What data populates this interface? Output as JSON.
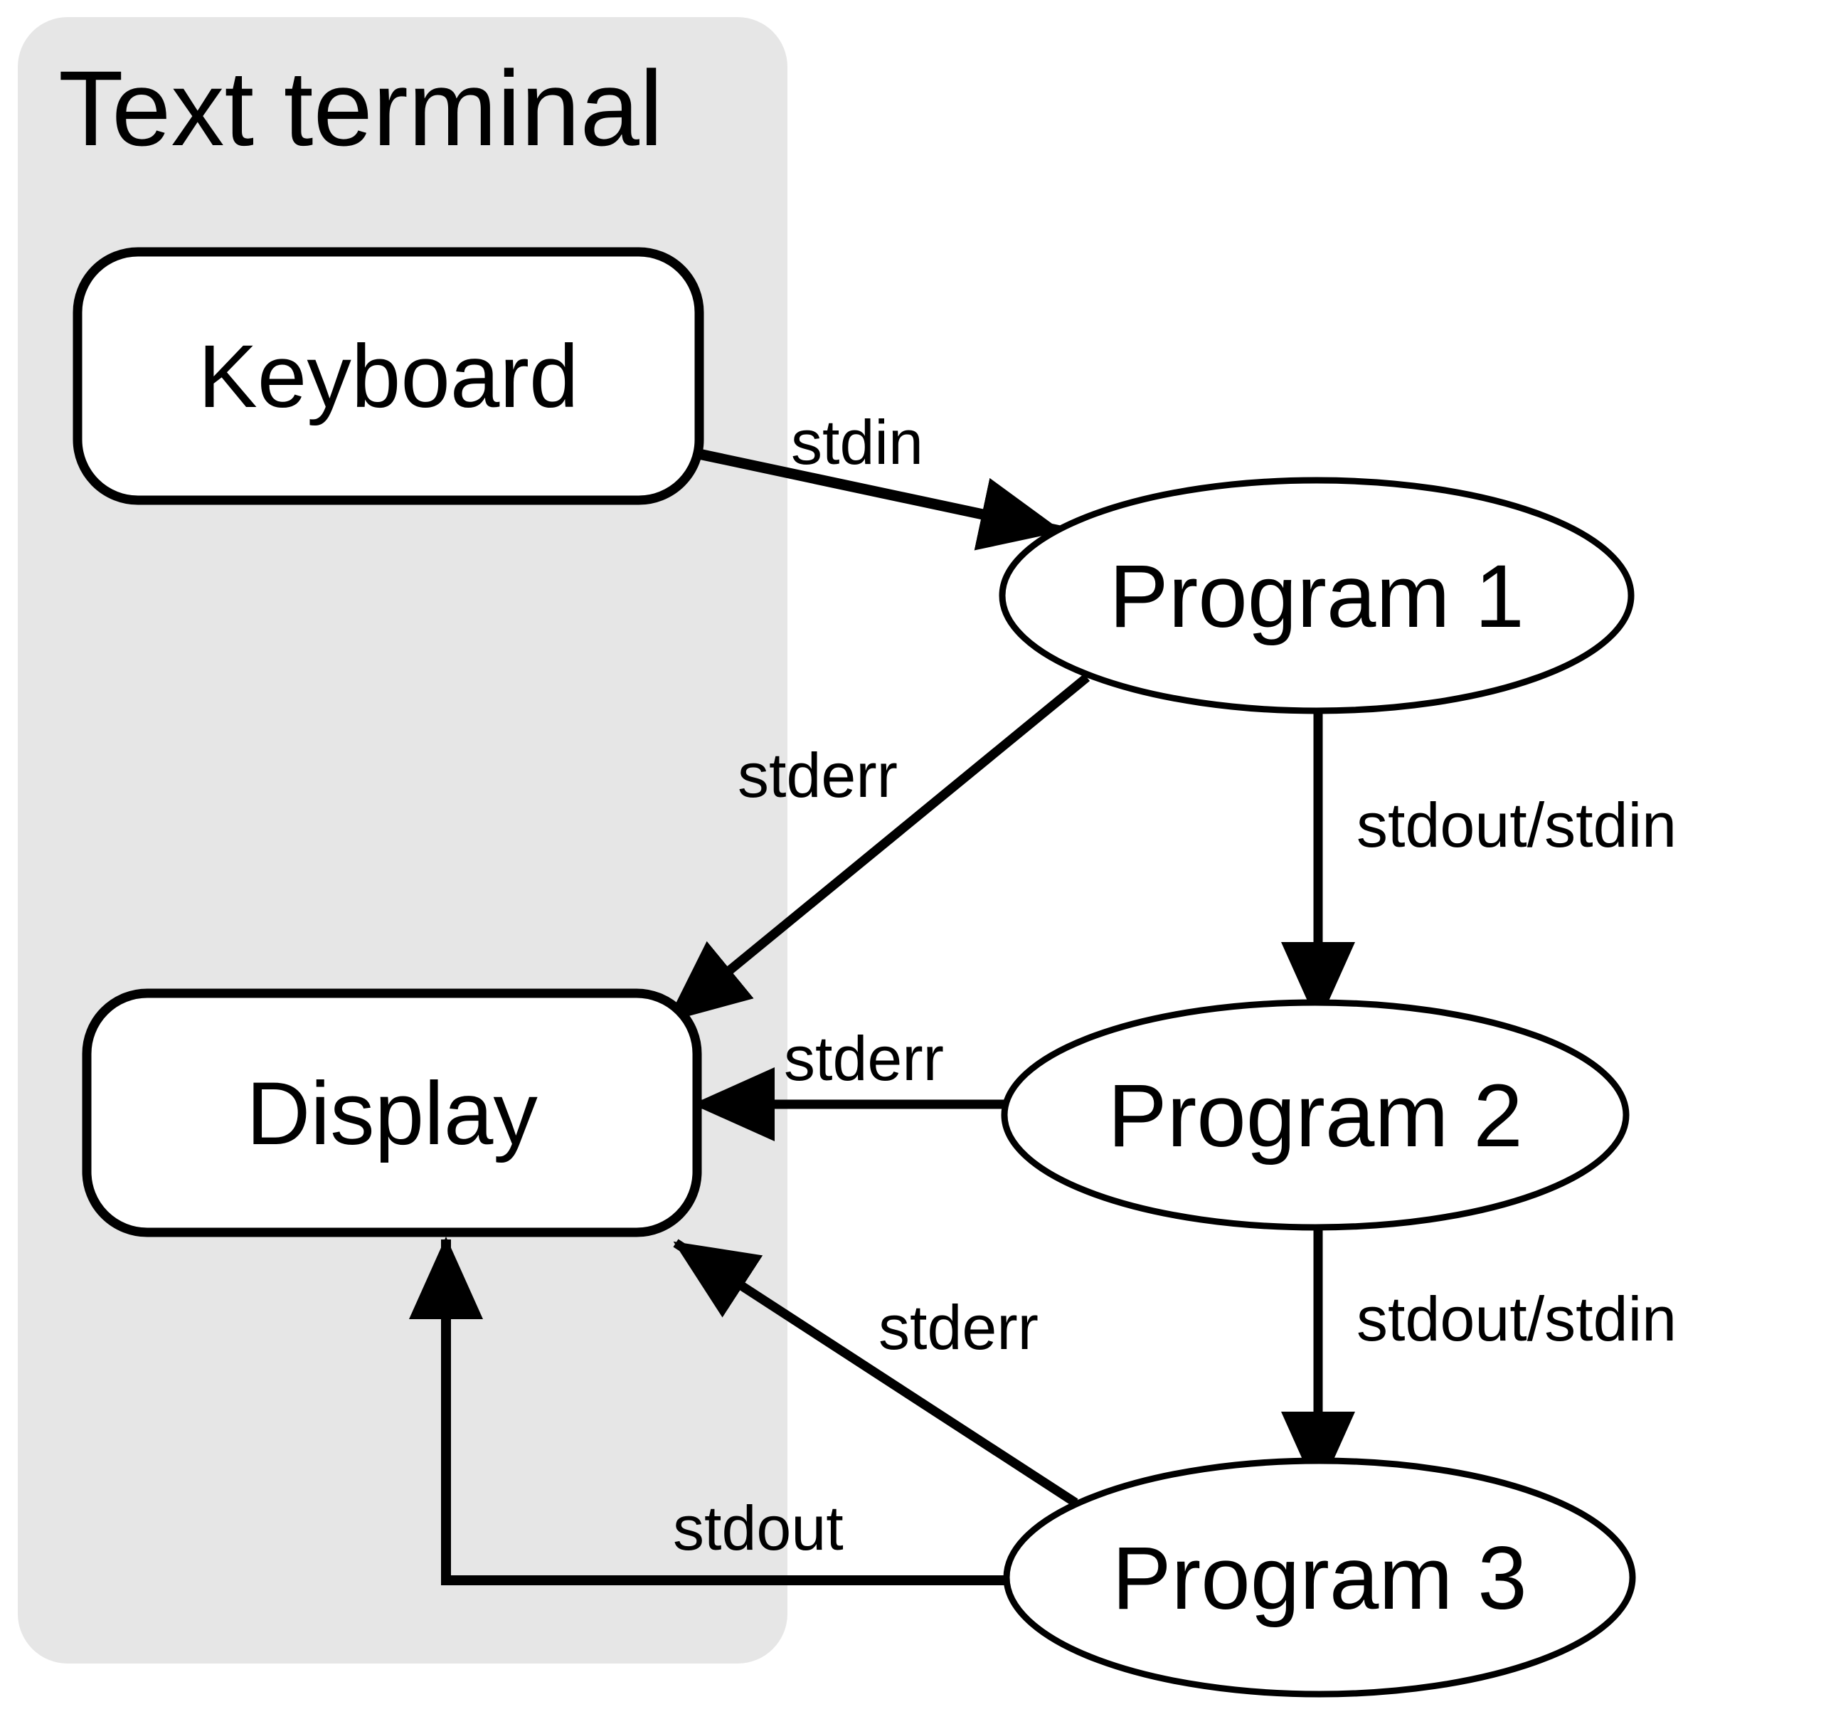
{
  "diagram": {
    "container": {
      "label": "Text terminal"
    },
    "nodes": {
      "keyboard": {
        "label": "Keyboard",
        "shape": "rounded-rect"
      },
      "display": {
        "label": "Display",
        "shape": "rounded-rect"
      },
      "program1": {
        "label": "Program 1",
        "shape": "ellipse"
      },
      "program2": {
        "label": "Program 2",
        "shape": "ellipse"
      },
      "program3": {
        "label": "Program 3",
        "shape": "ellipse"
      }
    },
    "edges": {
      "stdin": {
        "label": "stdin",
        "from": "Keyboard",
        "to": "Program 1"
      },
      "stderr_p1": {
        "label": "stderr",
        "from": "Program 1",
        "to": "Display"
      },
      "stdout_stdin1": {
        "label": "stdout/stdin",
        "from": "Program 1",
        "to": "Program 2"
      },
      "stderr_p2": {
        "label": "stderr",
        "from": "Program 2",
        "to": "Display"
      },
      "stdout_stdin2": {
        "label": "stdout/stdin",
        "from": "Program 2",
        "to": "Program 3"
      },
      "stderr_p3": {
        "label": "stderr",
        "from": "Program 3",
        "to": "Display"
      },
      "stdout_p3": {
        "label": "stdout",
        "from": "Program 3",
        "to": "Display"
      }
    },
    "colors": {
      "terminal_bg": "#e6e6e6",
      "node_fill": "#ffffff",
      "stroke": "#000000",
      "page_bg": "#ffffff"
    }
  }
}
